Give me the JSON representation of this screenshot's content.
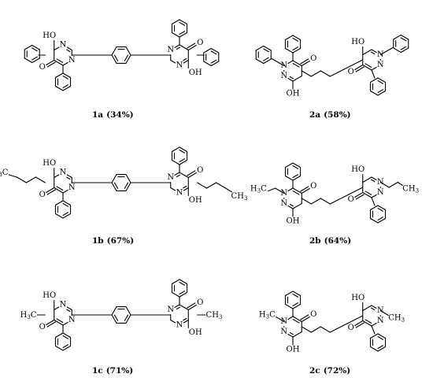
{
  "atoms": {
    "oh": "OH",
    "ho": "HO",
    "o": "O",
    "n": "N",
    "h3c": "H",
    "h3c_sub": "3",
    "h3c_c": "C",
    "ch3": "CH",
    "ch3_sub": "3"
  },
  "compounds": [
    {
      "id": "1a",
      "yield": "(34%)"
    },
    {
      "id": "2a",
      "yield": "(58%)"
    },
    {
      "id": "1b",
      "yield": "(67%)"
    },
    {
      "id": "2b",
      "yield": "(64%)"
    },
    {
      "id": "1c",
      "yield": "(71%)"
    },
    {
      "id": "2c",
      "yield": "(72%)"
    }
  ]
}
